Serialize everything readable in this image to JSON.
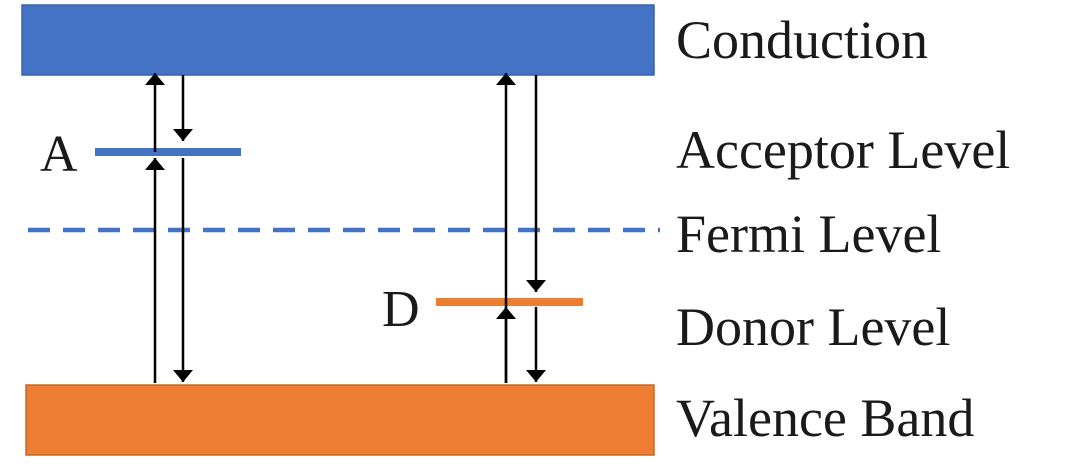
{
  "diagram": {
    "labels": {
      "conduction": "Conduction",
      "acceptor": "Acceptor Level",
      "fermi": "Fermi Level",
      "donor": "Donor Level",
      "valence": "Valence Band"
    },
    "level_markers": {
      "acceptor": "A",
      "donor": "D"
    },
    "colors": {
      "conduction_band": "#4472C4",
      "valence_band": "#ED7D31",
      "acceptor_level": "#4472C4",
      "donor_level": "#ED7D31",
      "fermi_level": "#4472C4",
      "arrows": "#000000"
    }
  }
}
